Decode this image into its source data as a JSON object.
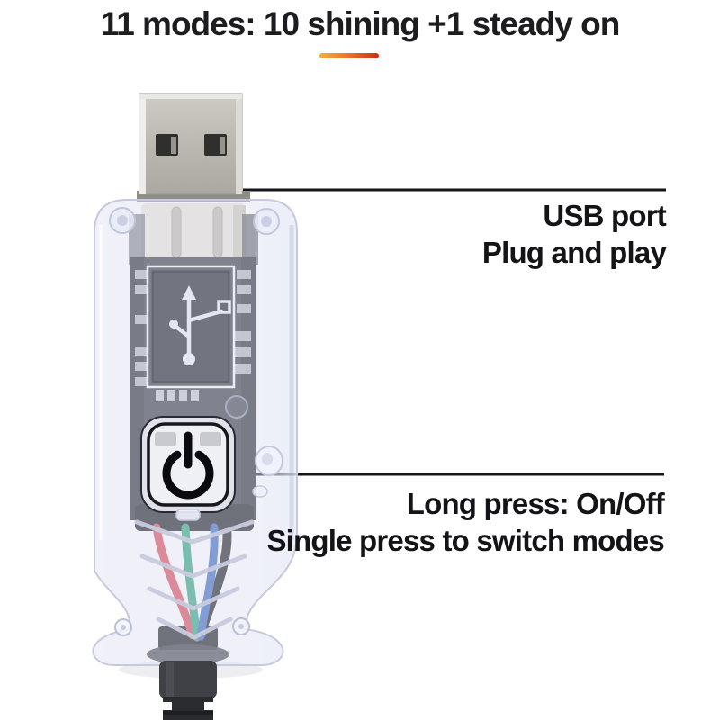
{
  "page": {
    "background": "#ffffff",
    "title": "11 modes: 10 shining +1 steady on",
    "underline_colors": [
      "#f5b03c",
      "#cc2f16"
    ]
  },
  "callouts": {
    "usb_port": {
      "line1": "USB port",
      "line2": "Plug and play"
    },
    "power_button": {
      "line1": "Long press: On/Off",
      "line2": "Single press to switch modes"
    }
  },
  "device": {
    "description": "transparent USB plug controller with power button, RGB wires and black cable",
    "icons": [
      "usb-trident-icon",
      "power-icon"
    ],
    "wire_colors": [
      "#d84352",
      "#2ba077",
      "#3a66bd",
      "#17181d"
    ],
    "callout_line_color": "#15151a"
  }
}
